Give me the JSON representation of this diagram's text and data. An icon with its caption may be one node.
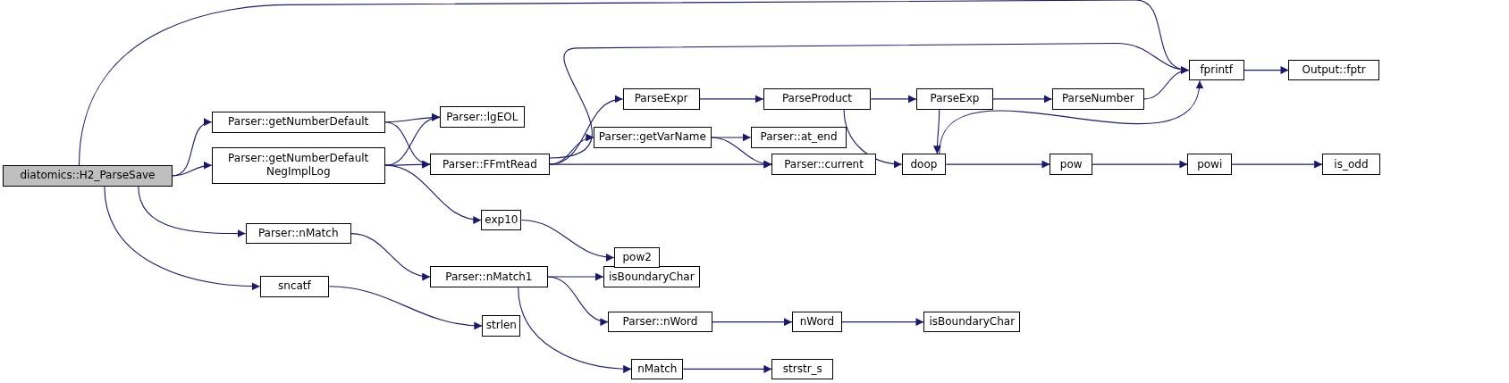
{
  "diagram": {
    "nodes": [
      {
        "text": [
          "diatomics::H2_ParseSave"
        ]
      },
      {
        "text": [
          "Parser::getNumberDefault"
        ]
      },
      {
        "text": [
          "Parser::getNumberDefault NegImplLog"
        ]
      },
      {
        "text": [
          "Parser::nMatch"
        ]
      },
      {
        "text": [
          "sncatf"
        ]
      },
      {
        "text": [
          "Parser::lgEOL"
        ]
      },
      {
        "text": [
          "Parser::FFmtRead"
        ]
      },
      {
        "text": [
          "exp10"
        ]
      },
      {
        "text": [
          "Parser::nMatch1"
        ]
      },
      {
        "text": [
          "strlen"
        ]
      },
      {
        "text": [
          "ParseExpr"
        ]
      },
      {
        "text": [
          "Parser::getVarName"
        ]
      },
      {
        "text": [
          "isBoundaryChar"
        ]
      },
      {
        "text": [
          "Parser::nWord"
        ]
      },
      {
        "text": [
          "nMatch"
        ]
      },
      {
        "text": [
          "pow2"
        ]
      },
      {
        "text": [
          "Parser::at_end"
        ]
      },
      {
        "text": [
          "Parser::current"
        ]
      },
      {
        "text": [
          "ParseProduct"
        ]
      },
      {
        "text": [
          "ParseExp"
        ]
      },
      {
        "text": [
          "ParseNumber"
        ]
      },
      {
        "text": [
          "doop"
        ]
      },
      {
        "text": [
          "fprintf"
        ]
      },
      {
        "text": [
          "Output::fptr"
        ]
      },
      {
        "text": [
          "pow"
        ]
      },
      {
        "text": [
          "powi"
        ]
      },
      {
        "text": [
          "is_odd"
        ]
      },
      {
        "text": [
          "nWord"
        ]
      },
      {
        "text": [
          "isBoundaryChar"
        ]
      },
      {
        "text": [
          "strstr_s"
        ]
      }
    ],
    "edges": [
      {
        "from": 0,
        "to": 22,
        "arrow": "to"
      },
      {
        "from": 0,
        "to": 1,
        "arrow": "to"
      },
      {
        "from": 0,
        "to": 2,
        "arrow": "to"
      },
      {
        "from": 0,
        "to": 3,
        "arrow": "to"
      },
      {
        "from": 0,
        "to": 4,
        "arrow": "to"
      },
      {
        "from": 1,
        "to": 5,
        "arrow": "to"
      },
      {
        "from": 1,
        "to": 6,
        "arrow": "to"
      },
      {
        "from": 2,
        "to": 5,
        "arrow": "to"
      },
      {
        "from": 2,
        "to": 6,
        "arrow": "to"
      },
      {
        "from": 2,
        "to": 7,
        "arrow": "to"
      },
      {
        "from": 3,
        "to": 8,
        "arrow": "to"
      },
      {
        "from": 4,
        "to": 9,
        "arrow": "to"
      },
      {
        "from": 6,
        "to": 22,
        "arrow": "to"
      },
      {
        "from": 6,
        "to": 10,
        "arrow": "to"
      },
      {
        "from": 6,
        "to": 11,
        "arrow": "to"
      },
      {
        "from": 6,
        "to": 17,
        "arrow": "to"
      },
      {
        "from": 7,
        "to": 15,
        "arrow": "to"
      },
      {
        "from": 8,
        "to": 12,
        "arrow": "to"
      },
      {
        "from": 8,
        "to": 13,
        "arrow": "to"
      },
      {
        "from": 8,
        "to": 14,
        "arrow": "to"
      },
      {
        "from": 10,
        "to": 18,
        "arrow": "to"
      },
      {
        "from": 11,
        "to": 16,
        "arrow": "to"
      },
      {
        "from": 11,
        "to": 17,
        "arrow": "to"
      },
      {
        "from": 18,
        "to": 19,
        "arrow": "to"
      },
      {
        "from": 18,
        "to": 21,
        "arrow": "to"
      },
      {
        "from": 19,
        "to": 20,
        "arrow": "to"
      },
      {
        "from": 19,
        "to": 21,
        "arrow": "to"
      },
      {
        "from": 20,
        "to": 22,
        "arrow": "to"
      },
      {
        "from": 21,
        "to": 22,
        "arrow": "to"
      },
      {
        "from": 21,
        "to": 24,
        "arrow": "to"
      },
      {
        "from": 22,
        "to": 23,
        "arrow": "to"
      },
      {
        "from": 24,
        "to": 25,
        "arrow": "to"
      },
      {
        "from": 25,
        "to": 26,
        "arrow": "to"
      },
      {
        "from": 13,
        "to": 27,
        "arrow": "to"
      },
      {
        "from": 27,
        "to": 28,
        "arrow": "to"
      },
      {
        "from": 14,
        "to": 29,
        "arrow": "to"
      }
    ]
  }
}
